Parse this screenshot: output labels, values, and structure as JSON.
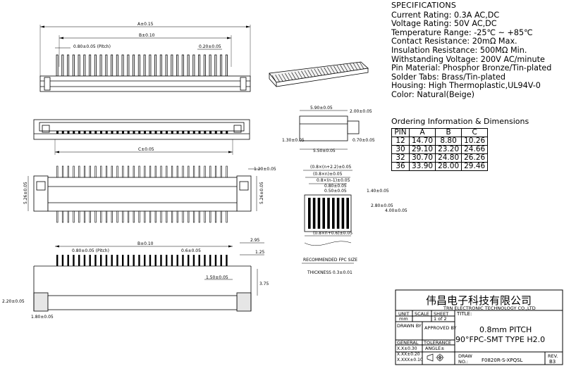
{
  "specs": {
    "title": "SPECIFICATIONS",
    "lines": [
      "Current Rating: 0.3A AC,DC",
      "Voltage Rating: 50V AC,DC",
      "Temperature Range: -25℃ ~ +85℃",
      "Contact Resistance: 20mΩ Max.",
      "Insulation Resistance: 500MΩ Min.",
      "Withstanding Voltage: 200V AC/minute",
      "Pin Material: Phosphor Bronze/Tin-plated",
      "Solder Tabs: Brass/Tin-plated",
      "Housing: High Thermoplastic,UL94V-0",
      "Color: Natural(Beige)"
    ]
  },
  "ordering": {
    "title": "Ordering Information & Dimensions",
    "headers": [
      "PIN",
      "A",
      "B",
      "C"
    ],
    "rows": [
      [
        "12",
        "14.70",
        "8.80",
        "10.26"
      ],
      [
        "30",
        "29.10",
        "23.20",
        "24.66"
      ],
      [
        "32",
        "30.70",
        "24.80",
        "26.26"
      ],
      [
        "36",
        "33.90",
        "28.00",
        "29.46"
      ]
    ]
  },
  "dimensions": {
    "a_tol": "A±0.15",
    "b_tol": "B±0.10",
    "pitch_top": "0.80±0.05 (Pitch)",
    "w020": "0.20±0.05",
    "c_tol": "C±0.05",
    "h526_left": "5.26±0.05",
    "h526_right": "5.26±0.05",
    "w120": "1.20±0.05",
    "b_tol_bottom": "B±0.10",
    "pitch_bottom": "0.80±0.05 (Pitch)",
    "w06": "0.6±0.05",
    "w295": "2.95",
    "w125": "1.25",
    "w150": "1.50±0.05",
    "h375": "3.75",
    "h220": "2.20±0.05",
    "w180": "1.80±0.05",
    "side_590": "5.90±0.05",
    "side_200": "2.00±0.05",
    "side_130": "1.30±0.05",
    "side_070": "0.70±0.05",
    "side_550": "5.50±0.05",
    "fpc_1": "(0.8×(n+2.2)±0.05",
    "fpc_2": "(0.8×n)±0.05",
    "fpc_3": "0.8×(n-1)±0.05",
    "fpc_4": "0.80±0.05",
    "fpc_5": "0.50±0.05",
    "fpc_6": "(0.8×n+0.6)±0.05",
    "fpc_140": "1.40±0.05",
    "fpc_280": "2.80±0.05",
    "fpc_400": "4.00±0.05",
    "fpc_caption": "RECOMMENDED FPC SIZE",
    "fpc_thickness": "THICKNESS 0.3±0.01"
  },
  "titleblock": {
    "company_cn": "伟昌电子科技有限公司",
    "company_en": "TRN ELECTRONIC TECHNOLOGY CO.,LTD",
    "unit_label": "UNIT",
    "unit_value": "mm",
    "scale_label": "SCALE",
    "sheet_label": "SHEET",
    "sheet_value": "1 of 2",
    "title_label": "TITLE:",
    "title_line1": "0.8mm PITCH",
    "title_line2": "90°FPC-SMT TYPE H2.0",
    "drawn_by": "DRAWN BY",
    "approved_by": "APPROVED BY",
    "general": "GENERAL",
    "tolerance": "TOLERANCE",
    "angle": "ANGLE±",
    "tol1": "X.X±0.30",
    "tol2": "X.XX±0.20",
    "tol3": "X.XXX±0.10",
    "draw_label": "DRAW",
    "no_label": "NO.:",
    "part_no": "F0820R-S-XPQSL",
    "rev_label": "REV.",
    "rev_value": "B3"
  }
}
